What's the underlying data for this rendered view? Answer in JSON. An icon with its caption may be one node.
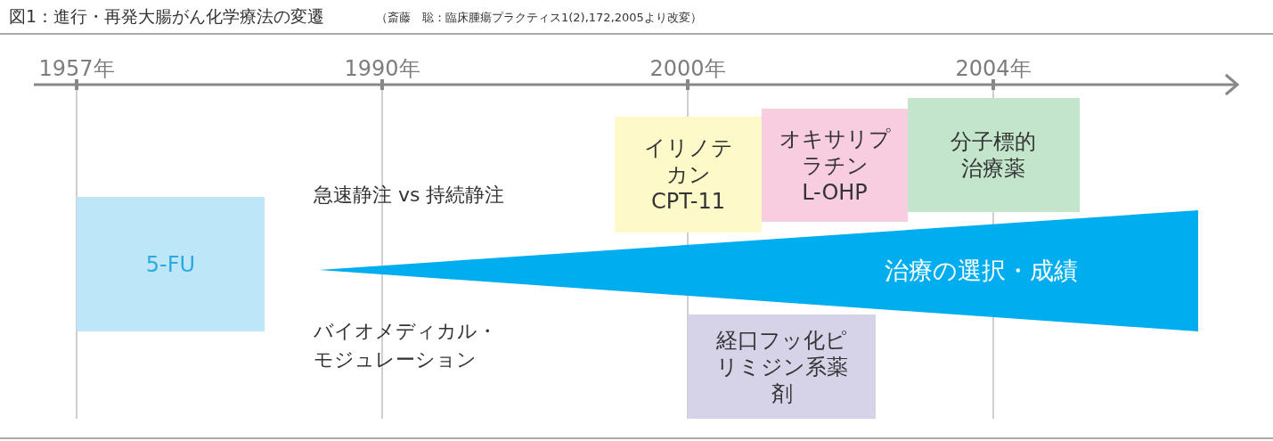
{
  "diagram": {
    "title": "図1：進行・再発大腸がん化学療法の変遷",
    "caption": "（斎藤　聡：臨床腫瘍プラクティス1(2),172,2005より改変）",
    "nodes": [
      {
        "text": [
          "5-FU"
        ]
      },
      {
        "text": [
          "イリノテカン",
          "CPT-11"
        ]
      },
      {
        "text": [
          "オキサリプラチン",
          "L-OHP"
        ]
      },
      {
        "text": [
          "分子標的治療薬"
        ]
      },
      {
        "text": [
          "治療の選択・成績"
        ]
      },
      {
        "text": [
          "経口フッ化ピリミジン系薬剤"
        ]
      }
    ],
    "edges": [],
    "labels": [
      "1957年",
      "1990年",
      "2000年",
      "2004年",
      "急速静注 vs 持続静注",
      "バイオメディカル・モジュレーション"
    ]
  }
}
